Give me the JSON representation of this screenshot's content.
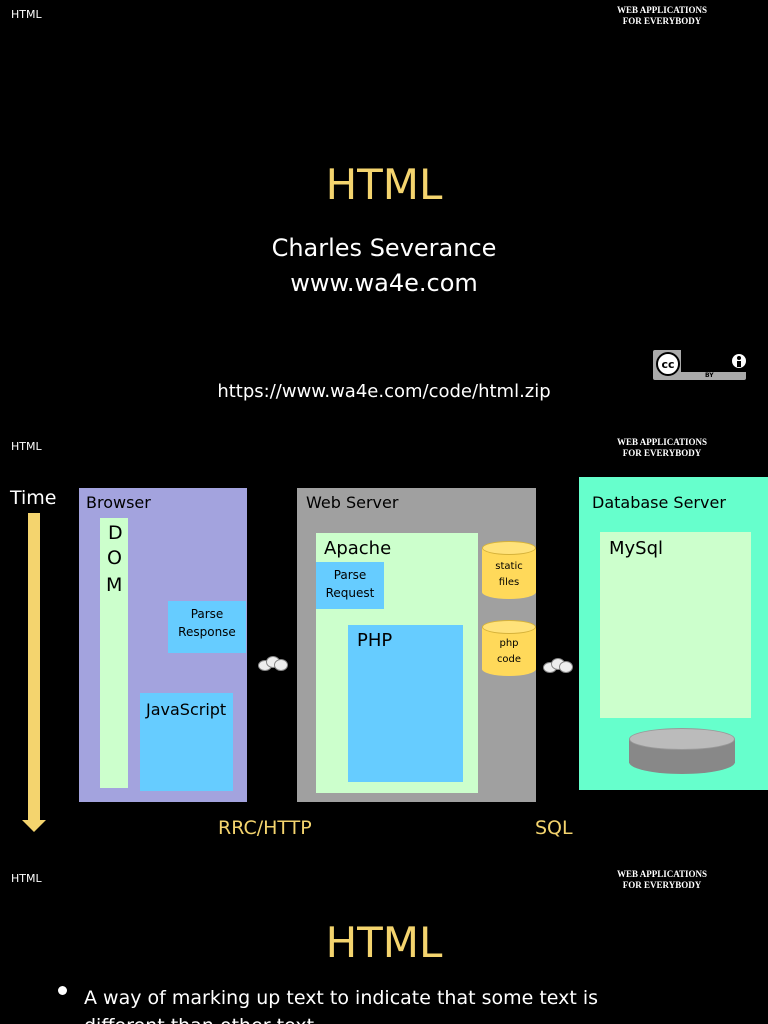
{
  "header": {
    "left": "HTML",
    "right_line1": "WEB APPLICATIONS",
    "right_line2": "FOR EVERYBODY"
  },
  "slide1": {
    "title": "HTML",
    "author": "Charles Severance",
    "site": "www.wa4e.com",
    "url": "https://www.wa4e.com/code/html.zip",
    "cc_label": "cc",
    "by_label": "BY"
  },
  "slide2": {
    "time_label": "Time",
    "browser": {
      "title": "Browser",
      "dom_letters": [
        "D",
        "O",
        "M"
      ],
      "parse_response": [
        "Parse",
        "Response"
      ],
      "javascript": "JavaScript"
    },
    "webserver": {
      "title": "Web Server",
      "apache": "Apache",
      "parse_request": [
        "Parse",
        "Request"
      ],
      "php": "PHP",
      "static_files": [
        "static",
        "files"
      ],
      "php_code": [
        "php",
        "code"
      ]
    },
    "dbserver": {
      "title": "Database Server",
      "mysql": "MySql"
    },
    "rrc_http": "RRC/HTTP",
    "sql": "SQL"
  },
  "slide3": {
    "title": "HTML",
    "bullet_line1": "A way of marking up text to indicate that some text is",
    "bullet_line2": "different than other text"
  },
  "colors": {
    "accent": "#f4d46e",
    "browser": "#a3a3de",
    "webserver": "#a0a0a0",
    "apache": "#ccffcc",
    "blue": "#66ccff",
    "db": "#66ffcc",
    "cylinder": "#ffd95a"
  }
}
